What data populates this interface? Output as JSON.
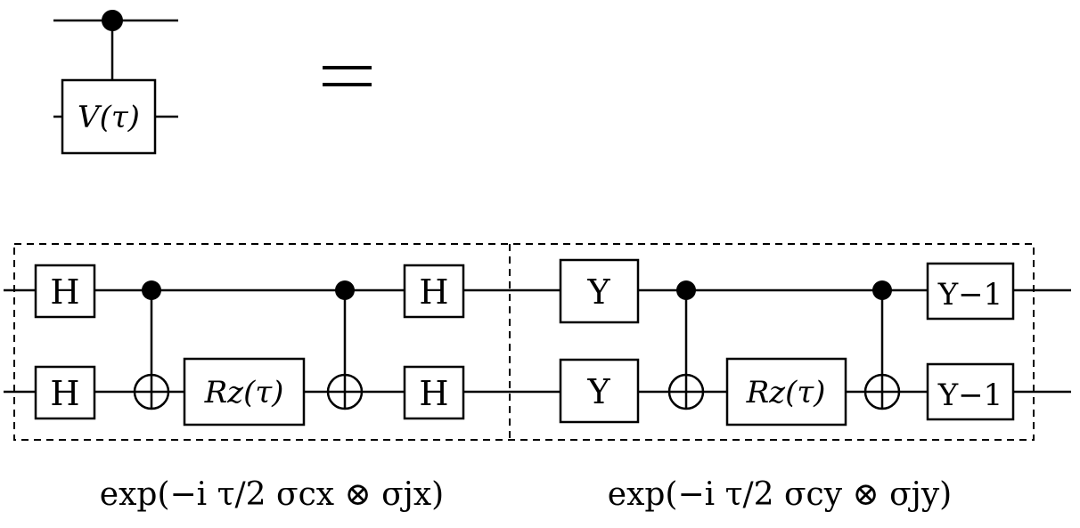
{
  "equals_sign": "=",
  "top_gate": {
    "label": "V(τ)"
  },
  "block_x": {
    "gate_h": "H",
    "rotation_gate": "Rz(τ)",
    "formula": "exp(−i τ/2 σcx ⊗ σjx)"
  },
  "block_y": {
    "gate_y": "Y",
    "gate_y_inv": "Y−1",
    "rotation_gate": "Rz(τ)",
    "formula": "exp(−i τ/2 σcy ⊗ σjy)"
  }
}
